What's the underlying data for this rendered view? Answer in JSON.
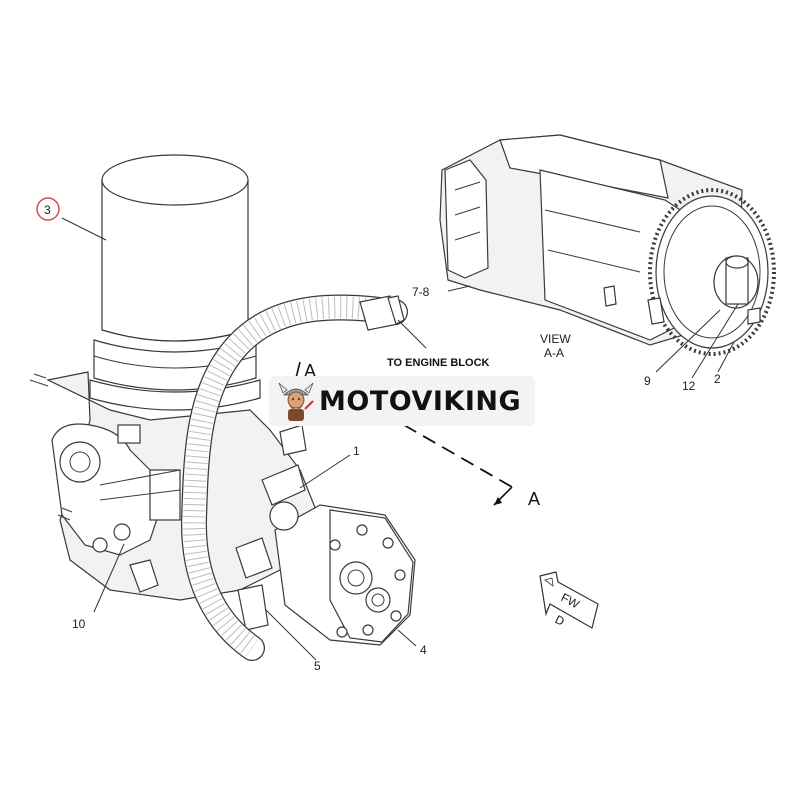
{
  "callouts": {
    "c1": "1",
    "c2": "2",
    "c3": "3",
    "c4": "4",
    "c5": "5",
    "c7_8": "7-8",
    "c9": "9",
    "c10": "10",
    "c12": "12"
  },
  "annotations": {
    "to_engine_block": "TO ENGINE BLOCK",
    "view_line1": "VIEW",
    "view_line2": "A-A",
    "section_mark_top": "A",
    "section_mark_bottom": "A",
    "fwd_arrow_line1": "FW",
    "fwd_arrow_line2": "D"
  },
  "watermark": {
    "brand": "MOTOVIKING",
    "logo_icon": "viking-mascot-icon"
  },
  "colors": {
    "highlight_circle": "#d94a4a",
    "line_art": "#3a3a3a",
    "watermark_bg": "#f3f3f3"
  }
}
